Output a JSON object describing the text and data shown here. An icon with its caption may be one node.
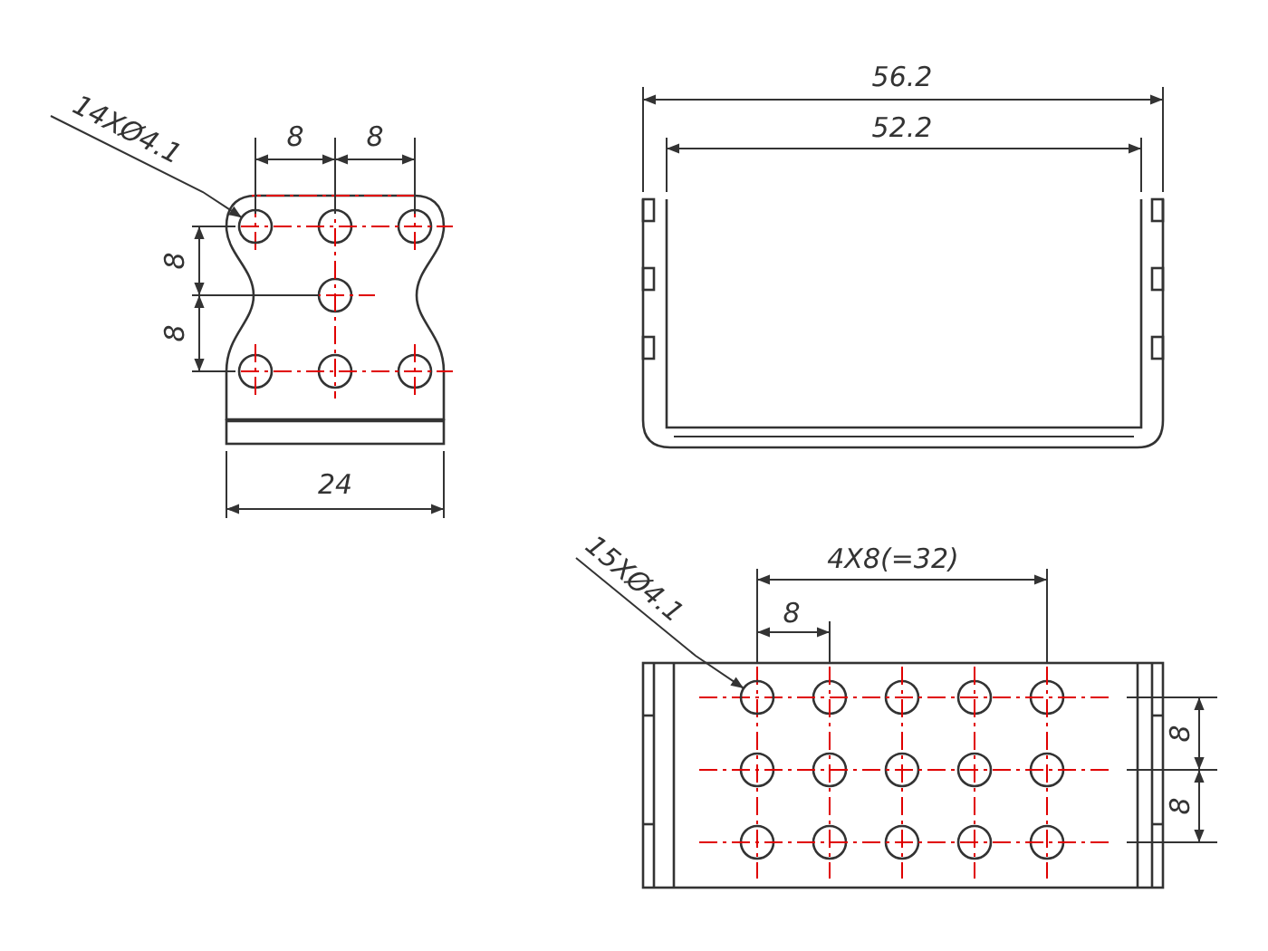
{
  "diagram": {
    "nodes": [
      {
        "text": [
          "14XØ4.1"
        ]
      },
      {
        "text": [],
        "shape": "circle"
      },
      {
        "text": [
          "15XØ4.1"
        ]
      },
      {
        "text": [],
        "shape": "circle"
      }
    ],
    "edges": [
      {
        "from": 0,
        "to": 1,
        "arrow": "to"
      },
      {
        "from": 2,
        "to": 3,
        "arrow": "to"
      }
    ],
    "labels": [
      "56.2",
      "8",
      "8",
      "52.2",
      "8",
      "8",
      "24",
      "4X8(=32)",
      "8",
      "8",
      "8"
    ]
  }
}
